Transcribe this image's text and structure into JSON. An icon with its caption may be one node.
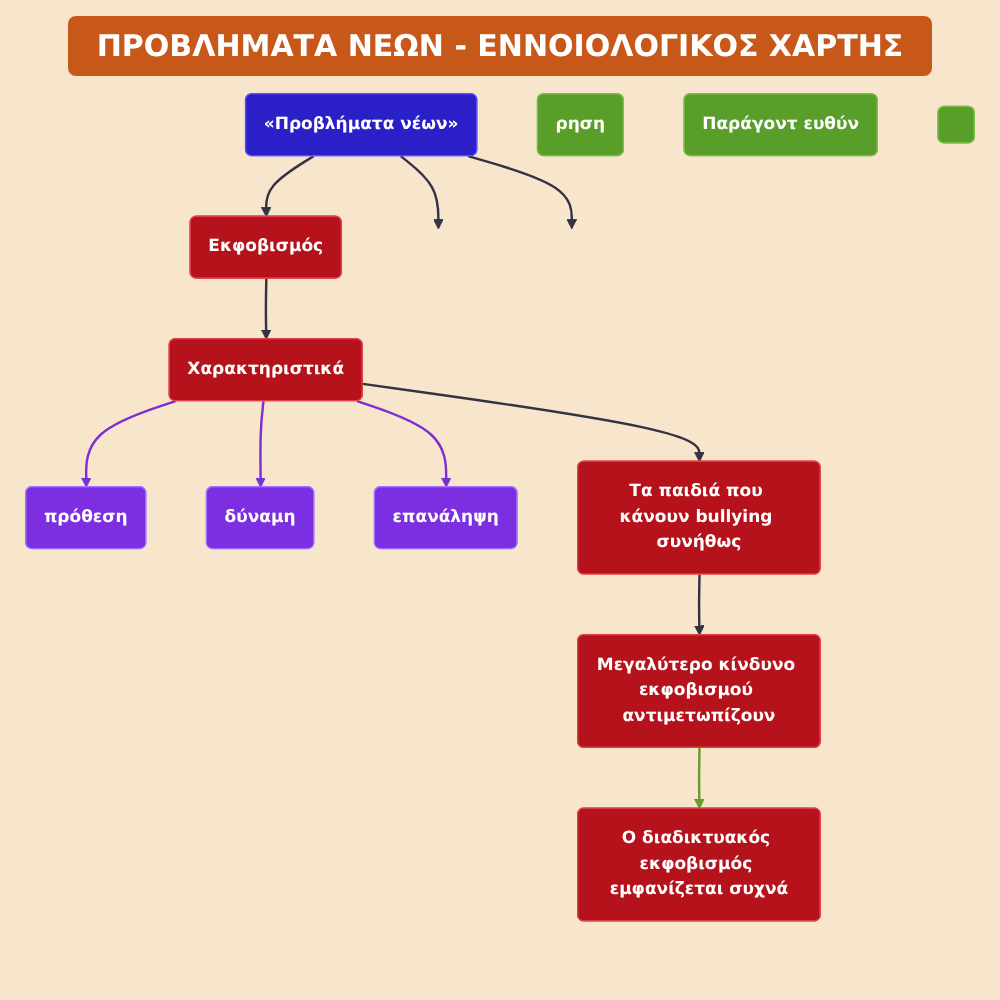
{
  "diagram": {
    "title": "ΠΡΟΒΛΗΜΑΤΑ ΝΕΩΝ - ΕΝΝΟΙΟΛΟΓΙΚΟΣ ΧΑΡΤΗΣ",
    "nodes": [
      {
        "text": [
          "«Προβλήματα νέων»"
        ]
      },
      {
        "text": [
          "ρηση"
        ]
      },
      {
        "text": [
          "Εκφοβισμός"
        ]
      },
      {
        "text": [
          "Παράγοντ ευθύν"
        ]
      },
      {
        "text": [
          "πρόθεση"
        ]
      },
      {
        "text": [
          "Χαρακτηριστικά"
        ]
      },
      {
        "text": [
          "δύναμη"
        ]
      },
      {
        "text": [
          "επανάληψη"
        ]
      },
      {
        "text": [
          "Τα παιδιά που κάνουν bullying συνήθως"
        ]
      },
      {
        "text": [],
        "shape": "box"
      },
      {
        "text": [
          "Μεγαλύτερο κίνδυνο εκφοβισμού αντιμετωπίζουν"
        ]
      },
      {
        "text": [
          "Ο διαδικτυακός εκφοβισμός εμφανίζεται συχνά"
        ]
      }
    ],
    "edges": [
      {
        "from": 0,
        "to": null,
        "arrow": "to"
      },
      {
        "from": 0,
        "to": null,
        "arrow": "to"
      },
      {
        "from": 0,
        "to": 2,
        "arrow": "to"
      },
      {
        "from": 2,
        "to": 5,
        "arrow": "to"
      },
      {
        "from": 5,
        "to": 4,
        "arrow": "to",
        "color": "#7b2fd6"
      },
      {
        "from": 5,
        "to": 6,
        "arrow": "to",
        "color": "#7b2fd6"
      },
      {
        "from": 5,
        "to": 7,
        "arrow": "to",
        "color": "#7b2fd6"
      },
      {
        "from": 5,
        "to": 8,
        "arrow": "to"
      },
      {
        "from": 8,
        "to": 10,
        "arrow": "to"
      },
      {
        "from": 10,
        "to": 11,
        "arrow": "to",
        "color": "#6b9a2e"
      }
    ]
  }
}
